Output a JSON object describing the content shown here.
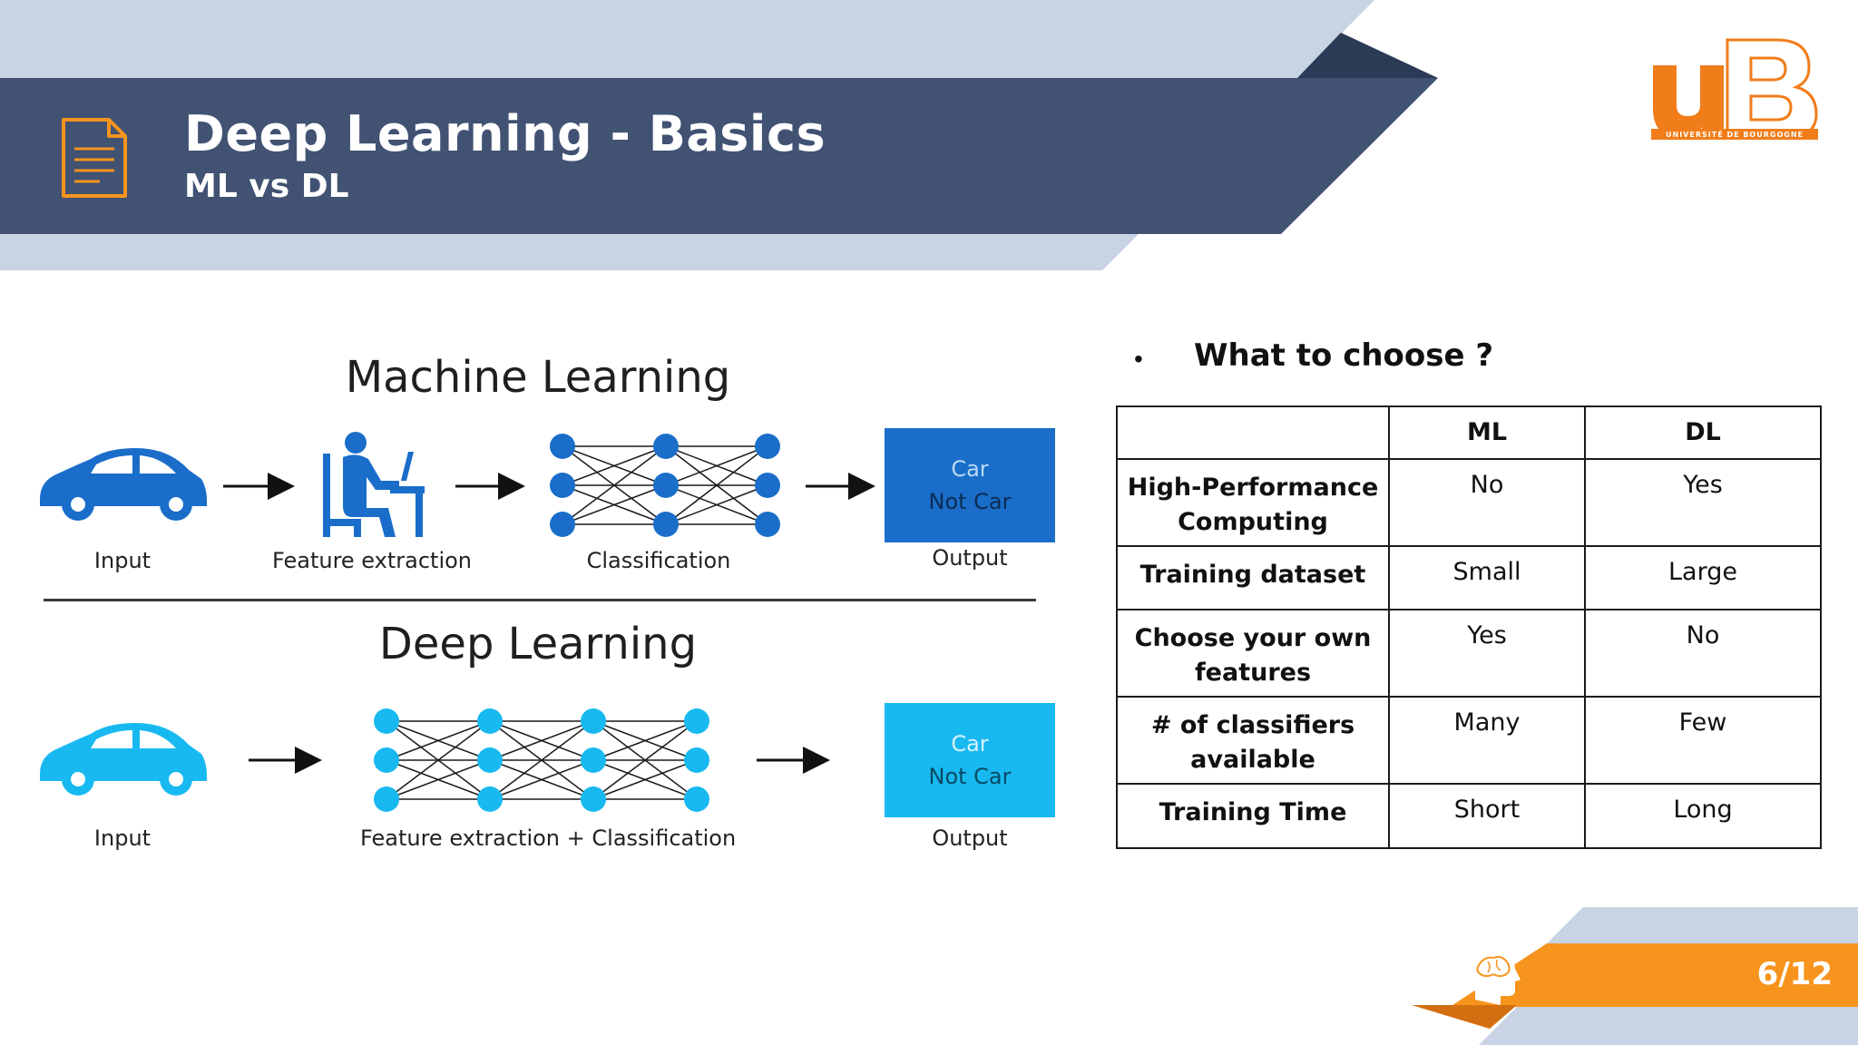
{
  "header": {
    "title": "Deep Learning - Basics",
    "subtitle": "ML vs DL",
    "icon": "document-icon"
  },
  "logo": {
    "name": "university-logo",
    "mark": "uB",
    "caption": "UNIVERSITÉ DE BOURGOGNE",
    "colors": {
      "u": "#f07d1a",
      "B": "#ffffff",
      "outline": "#f07d1a"
    }
  },
  "colors": {
    "header_dark": "#415273",
    "header_light": "#c8d3e3",
    "header_shadow": "#2b3a55",
    "ml_blue": "#1a6ec9",
    "dl_cyan": "#18b9f0",
    "footer_orange": "#f7941d",
    "footer_orange_dark": "#d26f10"
  },
  "diagram": {
    "ml": {
      "title": "Machine Learning",
      "input_label": "Input",
      "feature_label": "Feature extraction",
      "classification_label": "Classification",
      "output_label": "Output",
      "output_options": [
        "Car",
        "Not Car"
      ]
    },
    "dl": {
      "title": "Deep Learning",
      "input_label": "Input",
      "combined_label": "Feature extraction + Classification",
      "output_label": "Output",
      "output_options": [
        "Car",
        "Not Car"
      ]
    }
  },
  "bullet": {
    "text": "What to choose ?"
  },
  "table": {
    "headers": [
      "",
      "ML",
      "DL"
    ],
    "rows": [
      {
        "label": "High-Performance Computing",
        "ml": "No",
        "dl": "Yes"
      },
      {
        "label": "Training dataset",
        "ml": "Small",
        "dl": "Large"
      },
      {
        "label": "Choose your own features",
        "ml": "Yes",
        "dl": "No"
      },
      {
        "label": "# of classifiers available",
        "ml": "Many",
        "dl": "Few"
      },
      {
        "label": "Training Time",
        "ml": "Short",
        "dl": "Long"
      }
    ]
  },
  "footer": {
    "page": "6/12",
    "icon": "brain-head-icon"
  }
}
